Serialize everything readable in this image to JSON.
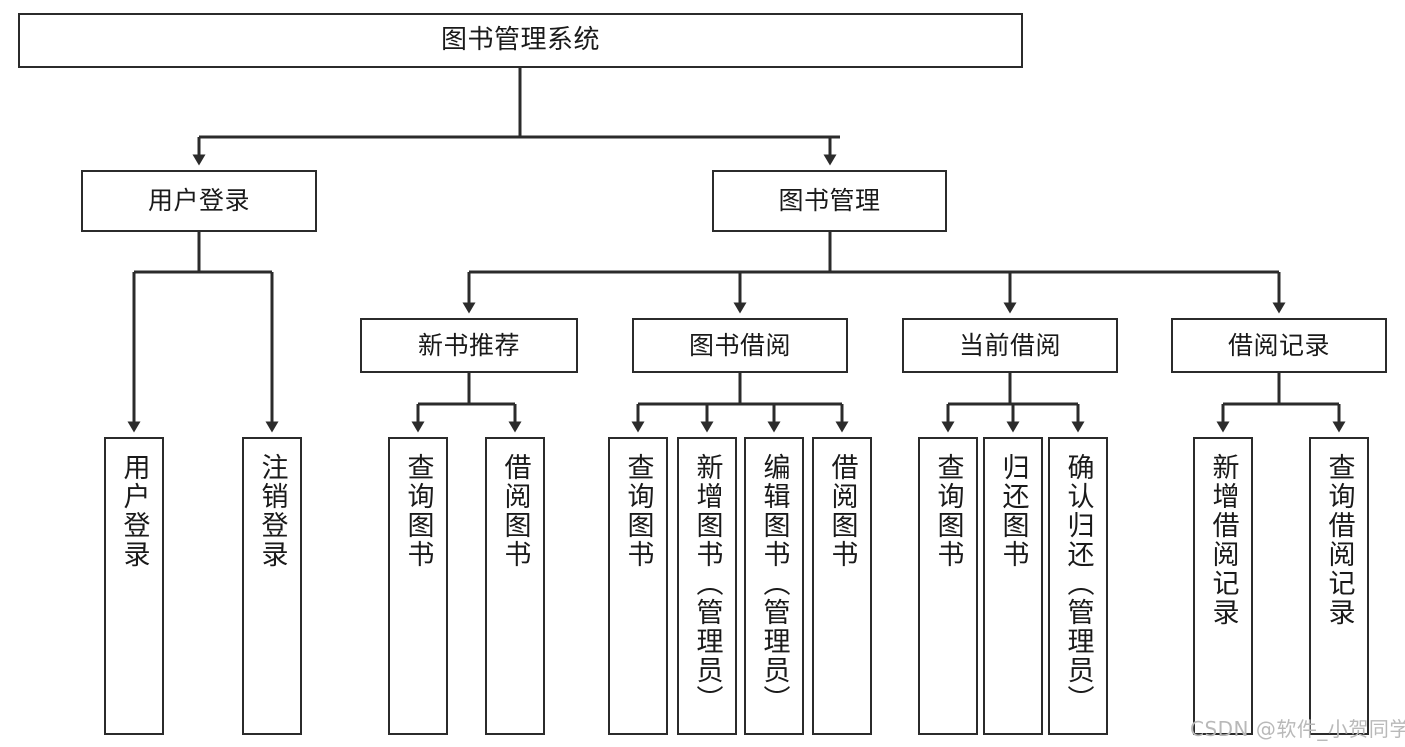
{
  "diagram": {
    "title": "图书管理系统",
    "type": "tree",
    "orientation": "top-down",
    "colors": {
      "box_border": "#2b2b2b",
      "box_fill": "#ffffff",
      "connector": "#2b2b2b",
      "text": "#1a1a1a",
      "watermark": "#b9b9b9",
      "background": "#ffffff"
    },
    "nodes": {
      "root": {
        "label": "图书管理系统"
      },
      "level2": [
        {
          "label": "用户登录"
        },
        {
          "label": "图书管理"
        }
      ],
      "level3": [
        {
          "label": "新书推荐"
        },
        {
          "label": "图书借阅"
        },
        {
          "label": "当前借阅"
        },
        {
          "label": "借阅记录"
        }
      ],
      "leaves_user_login": [
        {
          "label": "用户登录"
        },
        {
          "label": "注销登录"
        }
      ],
      "leaves_new_book": [
        {
          "label": "查询图书"
        },
        {
          "label": "借阅图书"
        }
      ],
      "leaves_borrow": [
        {
          "label": "查询图书"
        },
        {
          "label": "新增图书（管理员）"
        },
        {
          "label": "编辑图书（管理员）"
        },
        {
          "label": "借阅图书"
        }
      ],
      "leaves_current": [
        {
          "label": "查询图书"
        },
        {
          "label": "归还图书"
        },
        {
          "label": "确认归还（管理员）"
        }
      ],
      "leaves_record": [
        {
          "label": "新增借阅记录"
        },
        {
          "label": "查询借阅记录"
        }
      ]
    }
  },
  "watermark": {
    "text": "CSDN @软件_小贺同学"
  }
}
